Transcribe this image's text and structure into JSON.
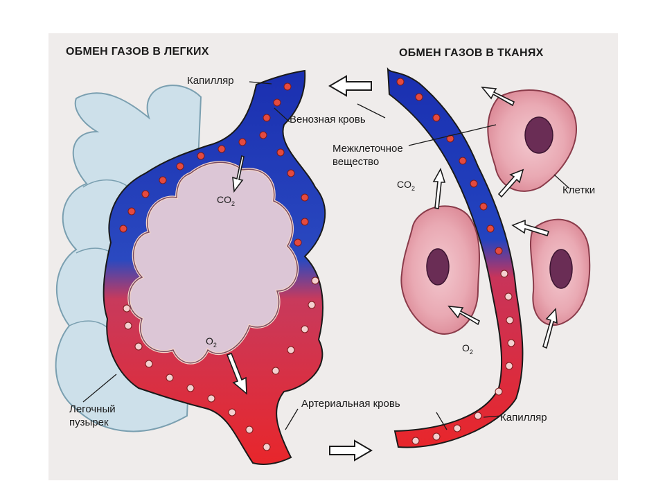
{
  "titles": {
    "lungs": "ОБМЕН ГАЗОВ В ЛЕГКИХ",
    "tissues": "ОБМЕН ГАЗОВ В ТКАНЯХ"
  },
  "labels": {
    "capillary_top": "Капилляр",
    "venous_blood": "Венозная кровь",
    "intercellular_1": "Межклеточное",
    "intercellular_2": "вещество",
    "cells": "Клетки",
    "alveolus_1": "Легочный",
    "alveolus_2": "пузырек",
    "arterial_blood": "Артериальная кровь",
    "capillary_bottom": "Капилляр"
  },
  "formulas": {
    "co2_lung": {
      "base": "CO",
      "sub": "2"
    },
    "o2_lung": {
      "base": "O",
      "sub": "2"
    },
    "co2_tissue": {
      "base": "CO",
      "sub": "2"
    },
    "o2_tissue": {
      "base": "O",
      "sub": "2"
    }
  },
  "colors": {
    "venous": "#1a2fb0",
    "arterial": "#e8262b",
    "alveolus_fill": "#dcc6d6",
    "lung_outer": "#cde0ea",
    "cell_fill": "#e9a9b3",
    "nucleus": "#6a2d55"
  }
}
